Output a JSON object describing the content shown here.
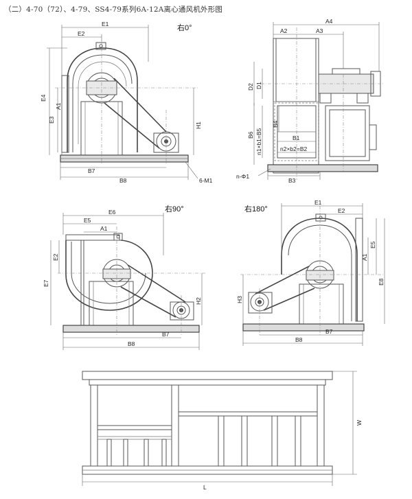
{
  "title": "（二）4-70（72）、4-79、SS4-79系列6A-12A离心通风机外形图",
  "views": {
    "right0": "右0°",
    "right90": "右90°",
    "right180": "右180°"
  },
  "labels": {
    "E1": "E1",
    "E2": "E2",
    "E3": "E3",
    "E4": "E4",
    "E5": "E5",
    "E6": "E6",
    "E7": "E7",
    "E8": "E8",
    "A1": "A1",
    "A2": "A2",
    "A3": "A3",
    "A4": "A4",
    "B1": "B1",
    "B3": "B3",
    "B4": "B4",
    "B6": "B6",
    "B7": "B7",
    "B8": "B8",
    "D1": "D1",
    "D2": "D2",
    "H1": "H1",
    "H2": "H2",
    "H3": "H3",
    "M1": "6-M1",
    "nphi": "n-Φ1",
    "n1b1": "n1×b1=B5",
    "n2b2": "n2×b2=B2",
    "W": "W",
    "L": "L"
  }
}
